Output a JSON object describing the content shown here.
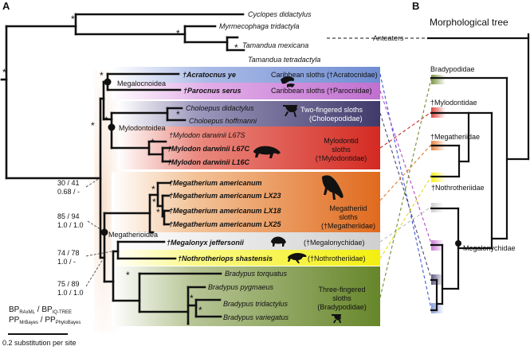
{
  "panel_a_label": "A",
  "panel_b_label": "B",
  "morph_title": "Morphological tree",
  "star": "*",
  "taxa": {
    "cyclopes": "Cyclopes didactylus",
    "myrmecophaga": "Myrmecophaga tridactyla",
    "tam_mex": "Tamandua mexicana",
    "tam_tet": "Tamandua tetradactyla",
    "acratocnus": "†Acratocnus ye",
    "parocnus": "†Parocnus serus",
    "chol_did": "Choloepus didactylus",
    "chol_hof": "Choloepus hoffmanni",
    "mylo_l67s": "†Mylodon darwinii L67S",
    "mylo_l67c": "†Mylodon darwinii L67C",
    "mylo_l16c": "†Mylodon darwinii L16C",
    "mega_am": "†Megatherium americanum",
    "mega_lx23": "†Megatherium americanum LX23",
    "mega_lx18": "†Megatherium americanum  LX18",
    "mega_lx25": "†Megatherium americanum  LX25",
    "megalonyx": "†Megalonyx jeffersonii",
    "nothro": "†Nothrotheriops shastensis",
    "brad_tor": "Bradypus torquatus",
    "brad_pyg": "Bradypus pygmaeus",
    "brad_tri": "Bradypus tridactylus",
    "brad_var": "Bradypus variegatus"
  },
  "clades": {
    "megalocnoidea": "Megalocnoidea",
    "mylodontoidea": "Mylodontoidea",
    "megatherioidea": "Megatherioidea"
  },
  "groups": {
    "caribbean1": "Caribbean sloths  (†Acratocnidae)",
    "caribbean2": "Caribbean sloths  (†Parocnidae)",
    "twotoed1": "Two-fingered sloths",
    "twotoed2": "(Choloepodidae)",
    "mylodontid1": "Mylodontid",
    "mylodontid2": "sloths",
    "mylodontid3": "(†Mylodontidae)",
    "megatheriid1": "Megatheriid",
    "megatheriid2": "sloths",
    "megatheriid3": "(†Megatheriidae)",
    "megalonychid": "(†Megalonychidae)",
    "nothrotheriid": "(†Nothrotheriidae)",
    "threetoed1": "Three-fingered",
    "threetoed2": "sloths",
    "threetoed3": "(Bradypodidae)"
  },
  "support": {
    "s1a": "30 / 41",
    "s1b": "0.68 / -",
    "s2a": "85 / 94",
    "s2b": "1.0 / 1.0",
    "s3a": "74 / 78",
    "s3b": "1.0 / -",
    "s4a": "75 / 89",
    "s4b": "1.0 / 1.0"
  },
  "legend": {
    "bp": "BP",
    "raxml": "RAxML",
    "slash": " / ",
    "iqtree": "IQ-TREE",
    "pp": "PP",
    "mrbayes": "MrBayes",
    "phylobayes": "PhyloBayes",
    "scale": "0.2 substitution per site"
  },
  "morph": {
    "anteaters": "Anteaters",
    "bradypodidae": "Bradypodidae",
    "mylodontidae": "†Mylodontidae",
    "megatheriidae": "†Megatheriidae",
    "nothrotheriidae": "†Nothrotheriidae",
    "megalonychidae": "Megalonychidae"
  },
  "colors": {
    "acratocnidae": "#7b96d4",
    "parocnidae": "#c77ed2",
    "choloepodidae": "#4c4775",
    "mylodontidae": "#d9332c",
    "megatheriidae": "#e3762a",
    "megalonychidae": "#d6d6d6",
    "nothrotheriidae": "#f6f21d",
    "bradypodidae": "#6e8b32"
  }
}
